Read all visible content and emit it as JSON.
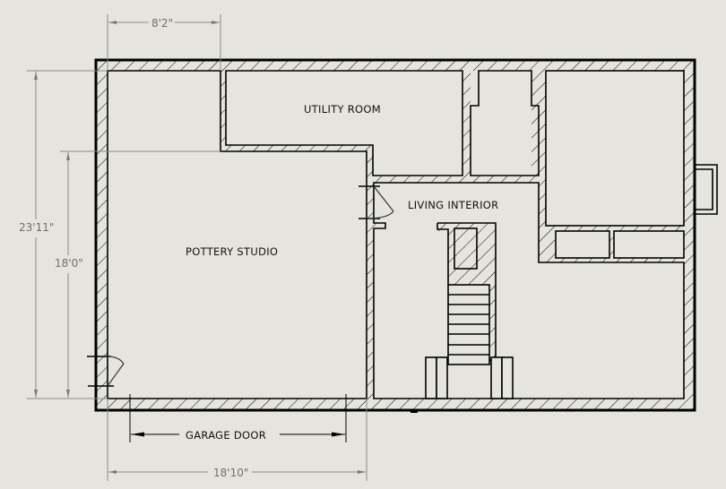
{
  "drawing": {
    "type": "floor-plan",
    "background": "#e5e4de",
    "wall_color": "#000000",
    "dimension_color": "#8a8a8a"
  },
  "rooms": {
    "utility": {
      "label": "UTILITY ROOM"
    },
    "pottery": {
      "label": "POTTERY STUDIO"
    },
    "living": {
      "label": "LIVING INTERIOR"
    }
  },
  "dimensions": {
    "top_width": "8'2\"",
    "overall_height": "23'11\"",
    "studio_height": "18'0\"",
    "bottom_width": "18'10\"",
    "garage_door": "GARAGE DOOR"
  }
}
